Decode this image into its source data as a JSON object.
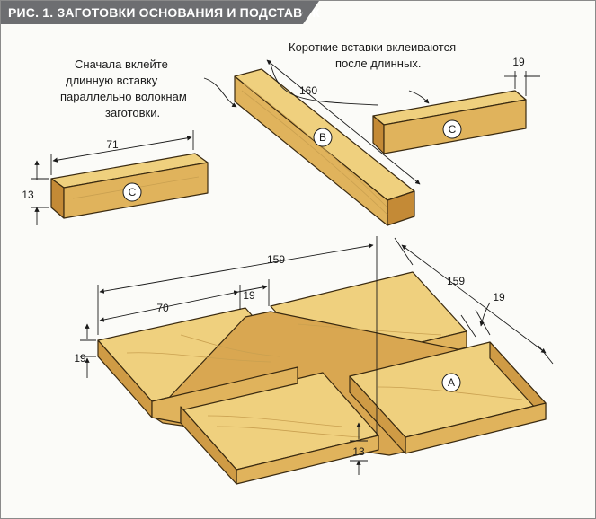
{
  "title": "РИС. 1. ЗАГОТОВКИ ОСНОВАНИЯ И ПОДСТАВОК",
  "notes": {
    "glue_long_first": [
      "Сначала вклейте",
      "длинную вставку",
      "параллельно волокнам",
      "заготовки."
    ],
    "short_after_long": [
      "Короткие вставки вклеиваются",
      "после длинных."
    ]
  },
  "part_labels": {
    "a": "A",
    "b": "B",
    "c": "C"
  },
  "dimensions": {
    "short_insert_length": "71",
    "short_insert_height": "13",
    "long_insert_length": "160",
    "short_insert_width": "19",
    "base_length": "159",
    "base_width": "159",
    "base_half": "70",
    "base_groove": "19",
    "base_groove_right": "19",
    "base_thickness": "19",
    "groove_depth": "13"
  },
  "colors": {
    "wood_top": "#efd07e",
    "wood_front": "#e0b35c",
    "wood_side": "#cf9b45",
    "wood_end": "#c48a36",
    "title_bar": "#6d6e71"
  }
}
